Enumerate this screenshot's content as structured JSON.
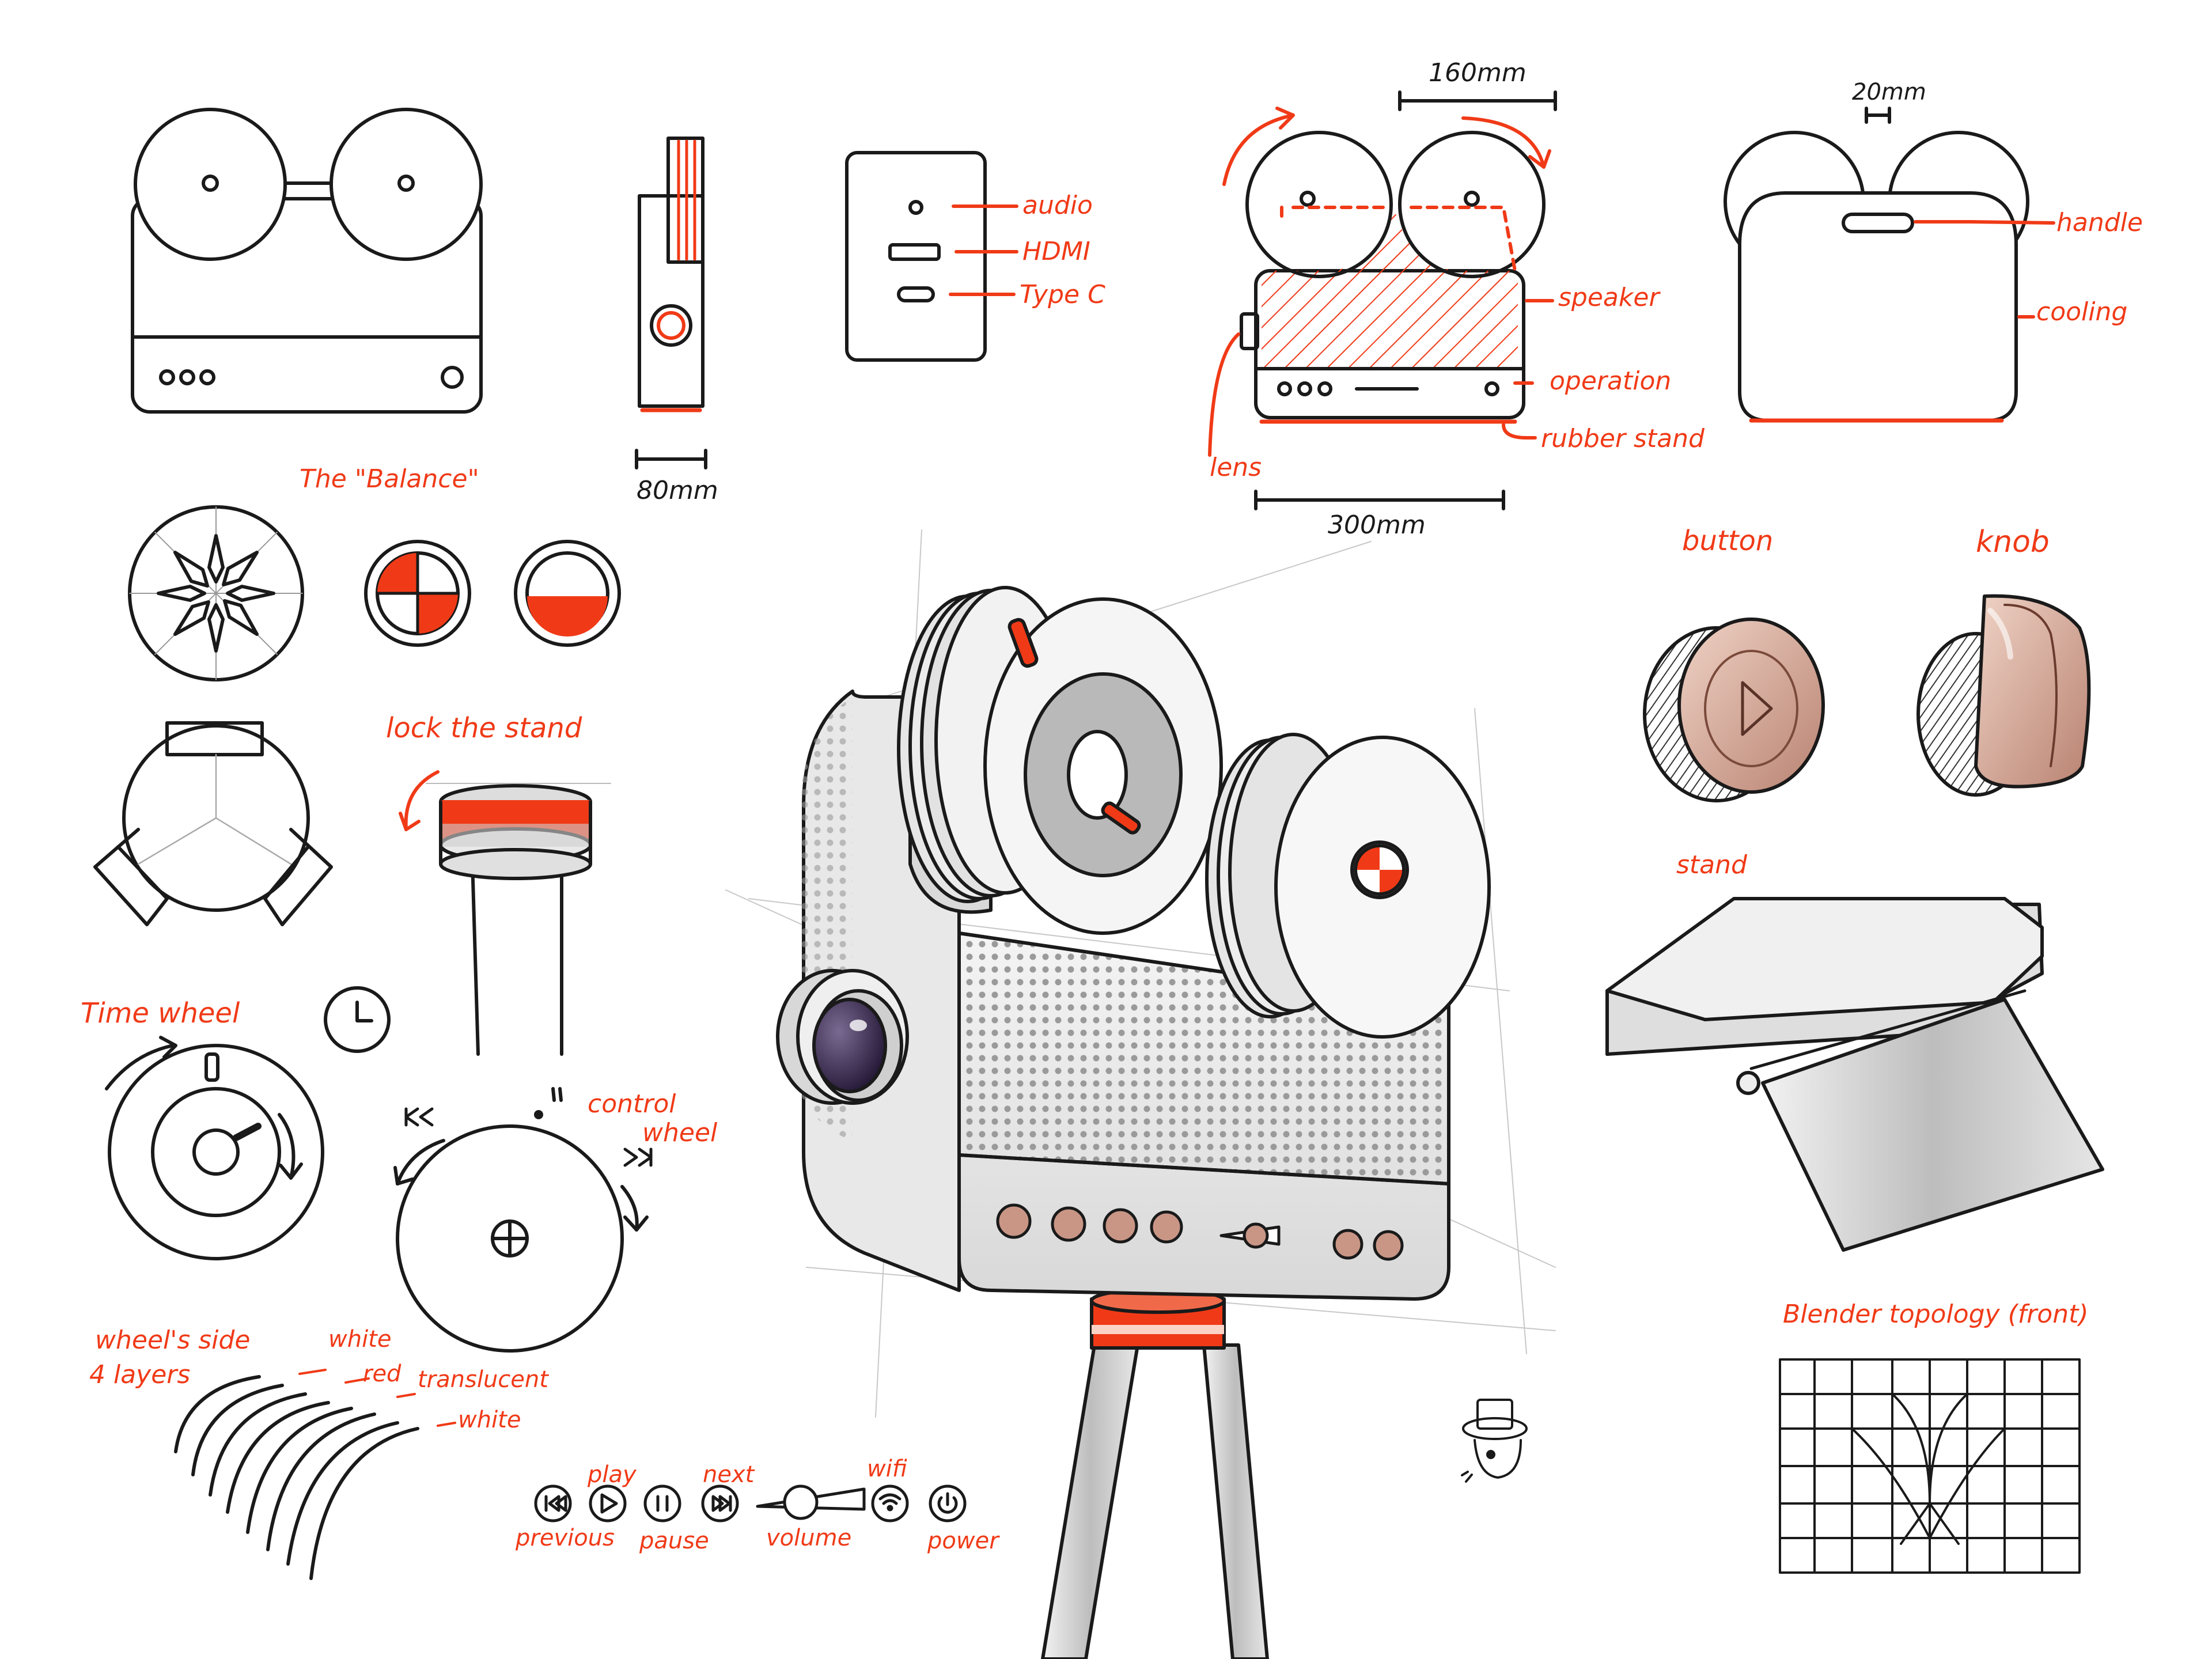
{
  "colors": {
    "ink": "#1a1a1a",
    "accent": "#f03a17",
    "copper": "#c99686",
    "gray": "#9a9a9a",
    "lens": "#3a2a52"
  },
  "icons": [
    "skip-back-icon",
    "skip-forward-icon",
    "play-icon",
    "pause-icon",
    "wifi-icon",
    "power-icon",
    "clock-icon"
  ],
  "dims": {
    "top_width": "160mm",
    "handle_width": "20mm",
    "side_depth": "80mm",
    "front_width": "300mm"
  },
  "ports": {
    "audio": "audio",
    "hdmi": "HDMI",
    "typec": "Type C"
  },
  "parts": {
    "speaker": "speaker",
    "operation": "operation",
    "rubber_stand": "rubber stand",
    "lens": "lens",
    "handle": "handle",
    "cooling": "cooling"
  },
  "sections": {
    "balance": "The \"Balance\"",
    "lock": "lock the stand",
    "time_wheel": "Time wheel",
    "control_l1": "control",
    "control_l2": "wheel",
    "wheel_side_l1": "wheel's side",
    "wheel_side_l2": "4 layers",
    "button": "button",
    "knob": "knob",
    "stand": "stand",
    "blender": "Blender  topology (front)"
  },
  "layers": [
    "white",
    "red",
    "translucent",
    "white"
  ],
  "controls": {
    "previous": "previous",
    "play": "play",
    "pause": "pause",
    "next": "next",
    "volume": "volume",
    "wifi": "wifi",
    "power": "power"
  }
}
